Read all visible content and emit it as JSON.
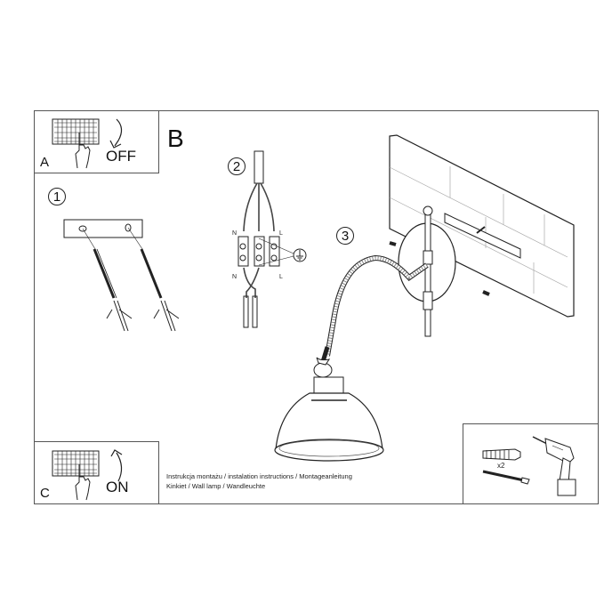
{
  "document": {
    "type": "installation-instructions",
    "section_label": "B",
    "steps": [
      {
        "number": "1",
        "description": "mounting plate with two wall plugs and screws"
      },
      {
        "number": "2",
        "description": "wiring terminal block"
      },
      {
        "number": "3",
        "description": "attaching lamp to wall bracket"
      }
    ],
    "power_off_panel": {
      "letter": "A",
      "label": "OFF"
    },
    "power_on_panel": {
      "letter": "C",
      "label": "ON"
    },
    "wiring": {
      "top_left": "N",
      "top_right": "L",
      "bottom_left": "N",
      "bottom_right": "L",
      "ground_symbol": "earth-ground"
    },
    "tools_panel": {
      "quantity_label": "x2",
      "items": [
        "wall-plug",
        "screw",
        "power-drill"
      ]
    },
    "caption": {
      "line1": "Instrukcja montażu / instalation instructions / Montageanleitung",
      "line2": "Kinkiet / Wall lamp / Wandleuchte"
    }
  },
  "colors": {
    "background": "#ffffff",
    "line": "#222222",
    "frame": "#555555"
  }
}
